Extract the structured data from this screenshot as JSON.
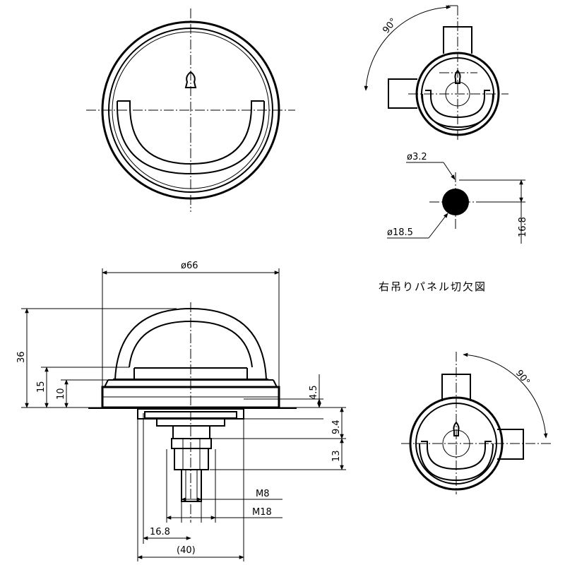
{
  "dimensions": {
    "top_angle": "90°",
    "dia_3_2": "ø3.2",
    "dia_18_5": "ø18.5",
    "h_16_8": "16.8",
    "dia_66": "ø66",
    "h_36": "36",
    "h_15": "15",
    "h_10": "10",
    "h_4_5": "4.5",
    "h_9_4": "9.4",
    "h_13": "13",
    "m8": "M8",
    "m18": "M18",
    "w_16_8": "16.8",
    "w_40": "(40)",
    "bottom_angle": "90°"
  },
  "caption": "右吊りパネル切欠図"
}
